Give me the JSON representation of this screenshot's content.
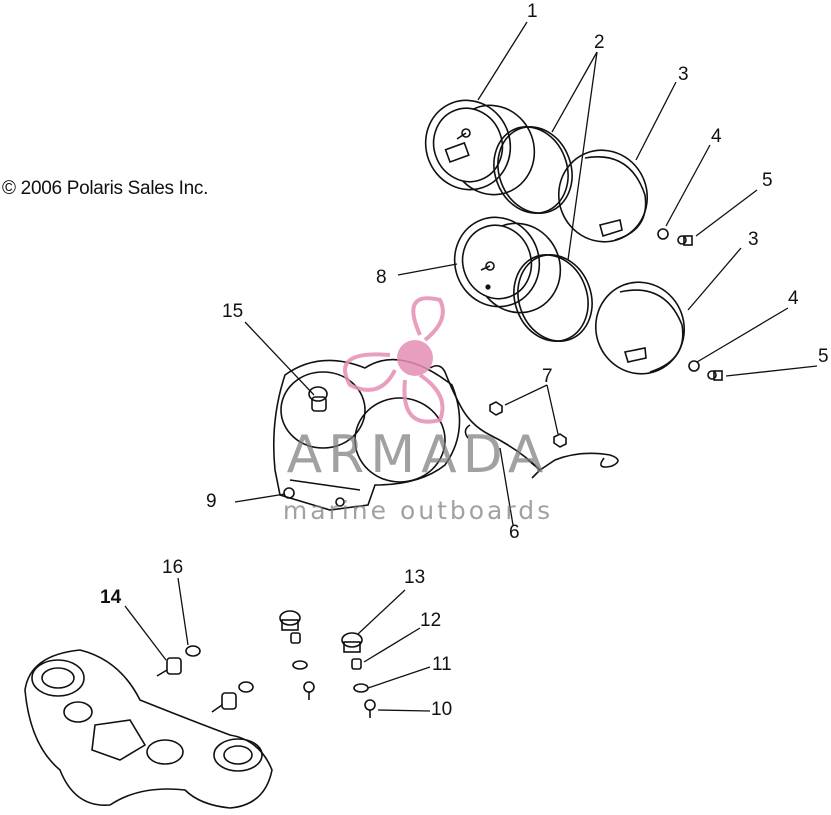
{
  "copyright": "© 2006 Polaris Sales Inc.",
  "watermark": {
    "brand": "ARMADA",
    "tagline": "marine outboards",
    "logo_color": "#e58fb4"
  },
  "callouts": [
    "1",
    "2",
    "3",
    "4",
    "5",
    "3",
    "4",
    "5",
    "7",
    "8",
    "15",
    "9",
    "6",
    "16",
    "14",
    "13",
    "12",
    "11",
    "10"
  ],
  "line_color": "#111111"
}
